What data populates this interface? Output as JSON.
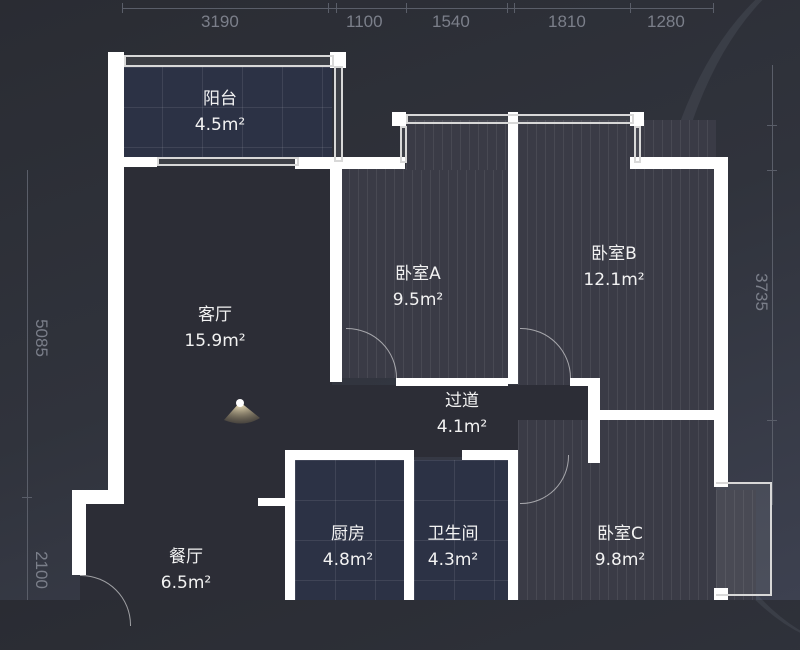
{
  "dimensions": {
    "top": [
      "3190",
      "1100",
      "1540",
      "1810",
      "1280"
    ],
    "left": [
      "5085",
      "2100"
    ],
    "right": [
      "3735"
    ]
  },
  "rooms": [
    {
      "id": "balcony",
      "name": "阳台",
      "area": "4.5m²"
    },
    {
      "id": "living",
      "name": "客厅",
      "area": "15.9m²"
    },
    {
      "id": "bedroom-a",
      "name": "卧室A",
      "area": "9.5m²"
    },
    {
      "id": "bedroom-b",
      "name": "卧室B",
      "area": "12.1m²"
    },
    {
      "id": "hallway",
      "name": "过道",
      "area": "4.1m²"
    },
    {
      "id": "kitchen",
      "name": "厨房",
      "area": "4.8m²"
    },
    {
      "id": "bathroom",
      "name": "卫生间",
      "area": "4.3m²"
    },
    {
      "id": "bedroom-c",
      "name": "卧室C",
      "area": "9.8m²"
    },
    {
      "id": "dining",
      "name": "餐厅",
      "area": "6.5m²"
    }
  ],
  "colors": {
    "background": "#2f323b",
    "wall": "#ffffff",
    "tile_floor": "#2c3245",
    "wood_floor": "#3a3b46",
    "plain_floor": "#2c2d36",
    "viewpoint": "#e6d3a3"
  },
  "viewpoint": {
    "icon": "camera-viewpoint-cone-icon"
  }
}
